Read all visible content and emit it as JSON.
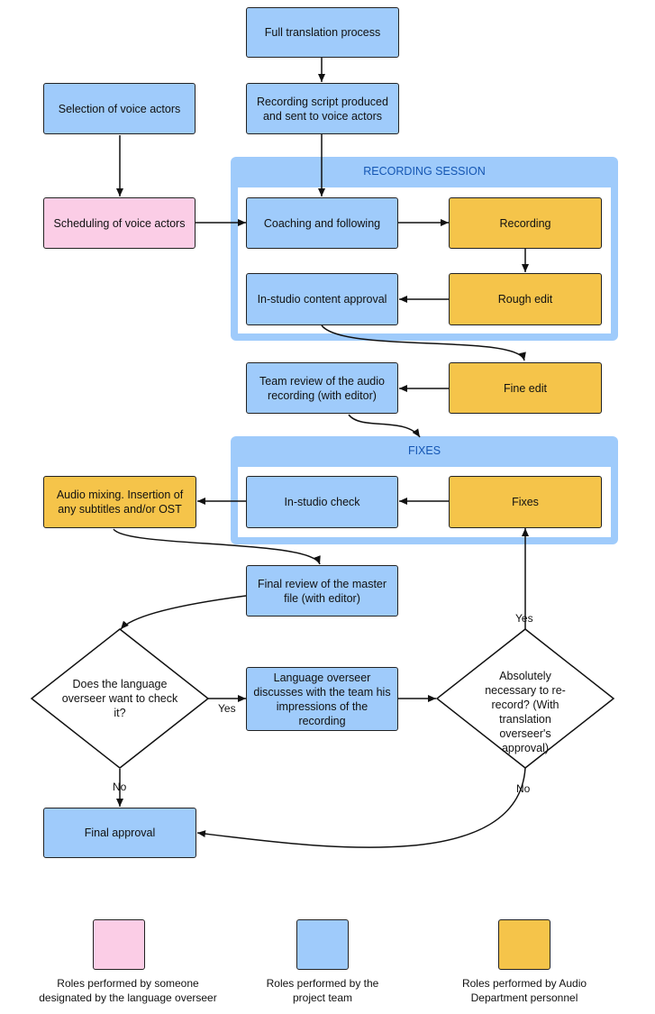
{
  "colors": {
    "team": "#9fcbfb",
    "audio": "#f5c44a",
    "overseer_designee": "#fbcde6",
    "session_title": "#1456b3"
  },
  "nodes": {
    "full_translation": "Full translation process",
    "recording_script": "Recording script produced and sent to voice actors",
    "selection_voice_actors": "Selection of voice actors",
    "scheduling_voice_actors": "Scheduling of voice actors",
    "coaching": "Coaching and following",
    "recording": "Recording",
    "in_studio_approval": "In-studio content approval",
    "rough_edit": "Rough edit",
    "team_review": "Team review of the audio recording (with editor)",
    "fine_edit": "Fine edit",
    "audio_mixing": "Audio mixing. Insertion of any subtitles and/or OST",
    "in_studio_check": "In-studio check",
    "fixes": "Fixes",
    "final_review": "Final review of the master file (with editor)",
    "language_overseer_discusses": "Language overseer discusses with the team his impressions of the recording",
    "final_approval": "Final approval"
  },
  "decisions": {
    "check_it": "Does the language overseer want to check it?",
    "re_record": "Absolutely necessary to re-record? (With translation overseer's approval)"
  },
  "groups": {
    "recording_session": "RECORDING SESSION",
    "fixes": "FIXES"
  },
  "edge_labels": {
    "yes_left": "Yes",
    "yes_right": "Yes",
    "no_left": "No",
    "no_right": "No"
  },
  "legend": [
    {
      "text": "Roles performed by someone designated by the language overseer",
      "color": "#fbcde6"
    },
    {
      "text": "Roles performed by the project team",
      "color": "#9fcbfb"
    },
    {
      "text": "Roles performed by Audio Department personnel",
      "color": "#f5c44a"
    }
  ]
}
